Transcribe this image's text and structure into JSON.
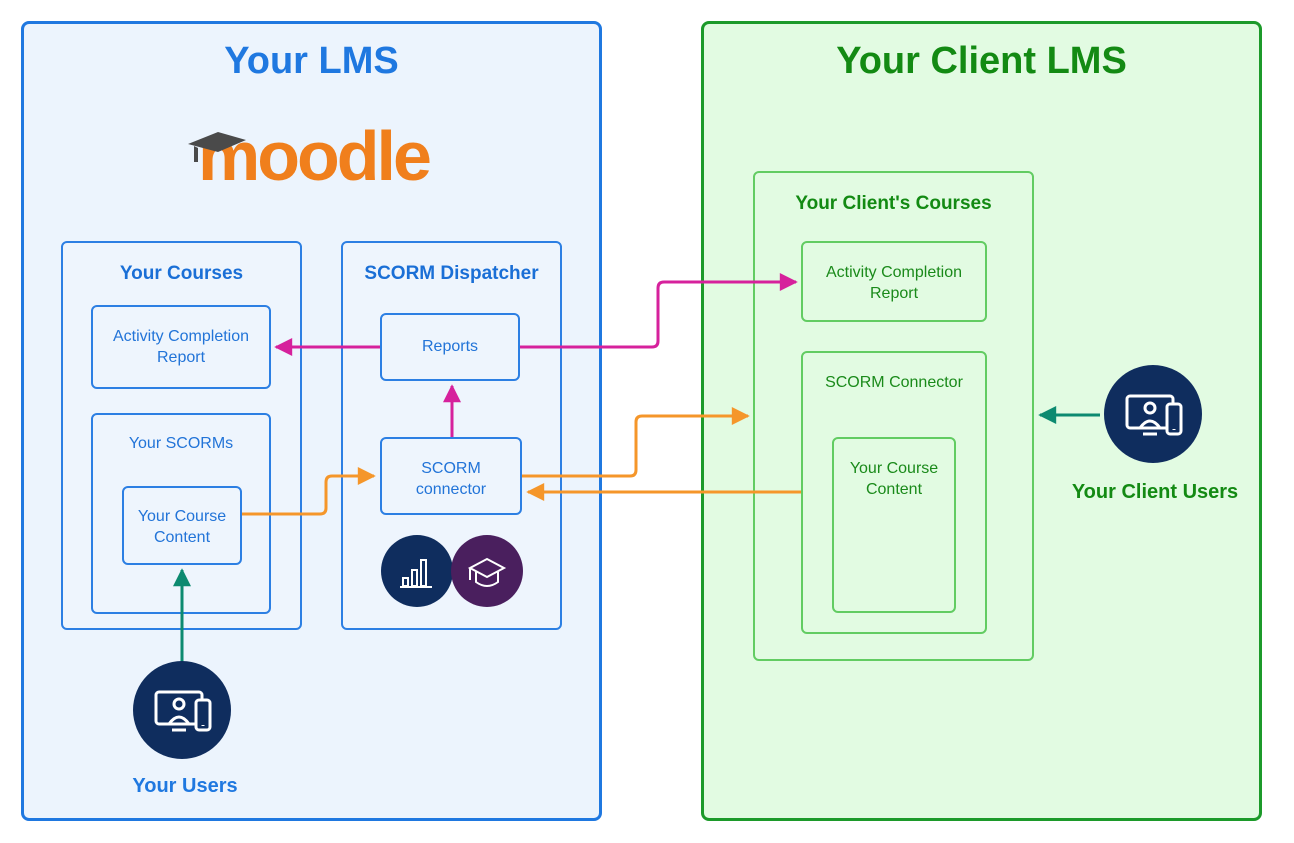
{
  "colors": {
    "blue": "#1f78e0",
    "green": "#138a13",
    "magenta": "#d6219c",
    "orange": "#f5962a",
    "teal": "#0c8a70",
    "navy": "#0f2d5e",
    "purple": "#4a1f5e",
    "moodle_orange": "#f07f1c"
  },
  "left_lms": {
    "title": "Your LMS",
    "logo_text": "moodle",
    "courses": {
      "title": "Your Courses",
      "activity_report": "Activity Completion Report",
      "scorms": "Your SCORMs",
      "course_content": "Your Course Content"
    },
    "dispatcher": {
      "title": "SCORM Dispatcher",
      "reports": "Reports",
      "connector": "SCORM connector",
      "icons": [
        "bar-chart-icon",
        "graduation-cap-icon"
      ]
    },
    "users_label": "Your Users"
  },
  "client_lms": {
    "title": "Your Client LMS",
    "courses": {
      "title": "Your Client's Courses",
      "activity_report": "Activity Completion Report",
      "connector": "SCORM Connector",
      "course_content": "Your Course Content"
    },
    "users_label": "Your Client Users"
  }
}
